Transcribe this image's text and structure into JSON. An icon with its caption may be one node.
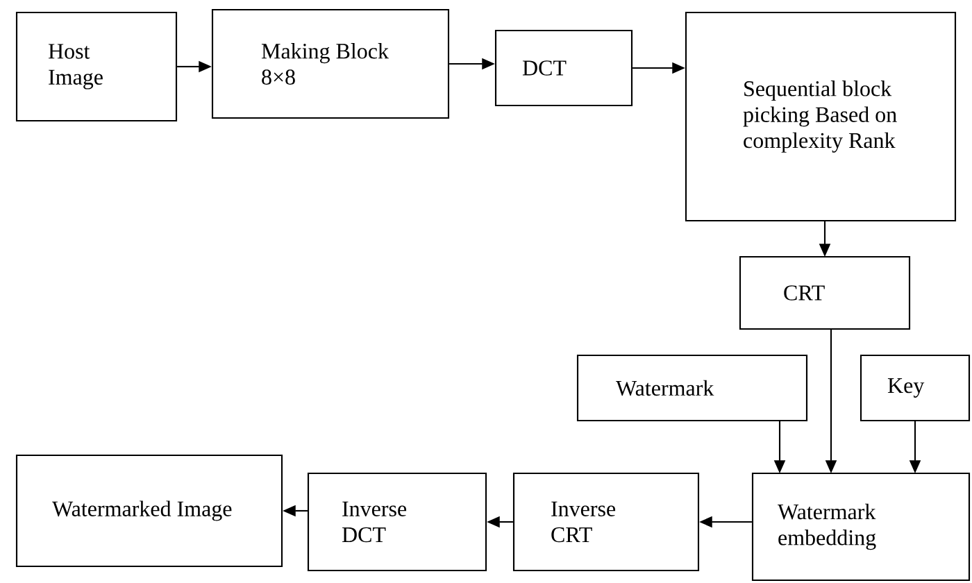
{
  "diagram": {
    "nodes": [
      {
        "text": [
          "Host Image"
        ]
      },
      {
        "text": [
          "Making Block 8×8"
        ]
      },
      {
        "text": [
          "DCT"
        ]
      },
      {
        "text": [
          "Sequential block picking Based on complexity Rank"
        ]
      },
      {
        "text": [
          "CRT"
        ]
      },
      {
        "text": [
          "Watermark"
        ]
      },
      {
        "text": [
          "Key"
        ]
      },
      {
        "text": [
          "Watermark embedding"
        ]
      },
      {
        "text": [
          "Inverse CRT"
        ]
      },
      {
        "text": [
          "Inverse DCT"
        ]
      },
      {
        "text": [
          "Watermarked Image"
        ]
      }
    ],
    "edges": [
      {
        "from": 0,
        "to": 1,
        "arrow": "to"
      },
      {
        "from": 1,
        "to": 2,
        "arrow": "to"
      },
      {
        "from": 2,
        "to": 3,
        "arrow": "to"
      },
      {
        "from": 3,
        "to": 4,
        "arrow": "to"
      },
      {
        "from": 4,
        "to": 7,
        "arrow": "to"
      },
      {
        "from": 5,
        "to": 7,
        "arrow": "to"
      },
      {
        "from": 6,
        "to": 7,
        "arrow": "to"
      },
      {
        "from": 7,
        "to": 8,
        "arrow": "to"
      },
      {
        "from": 8,
        "to": 9,
        "arrow": "to"
      },
      {
        "from": 9,
        "to": 10,
        "arrow": "to"
      }
    ]
  }
}
